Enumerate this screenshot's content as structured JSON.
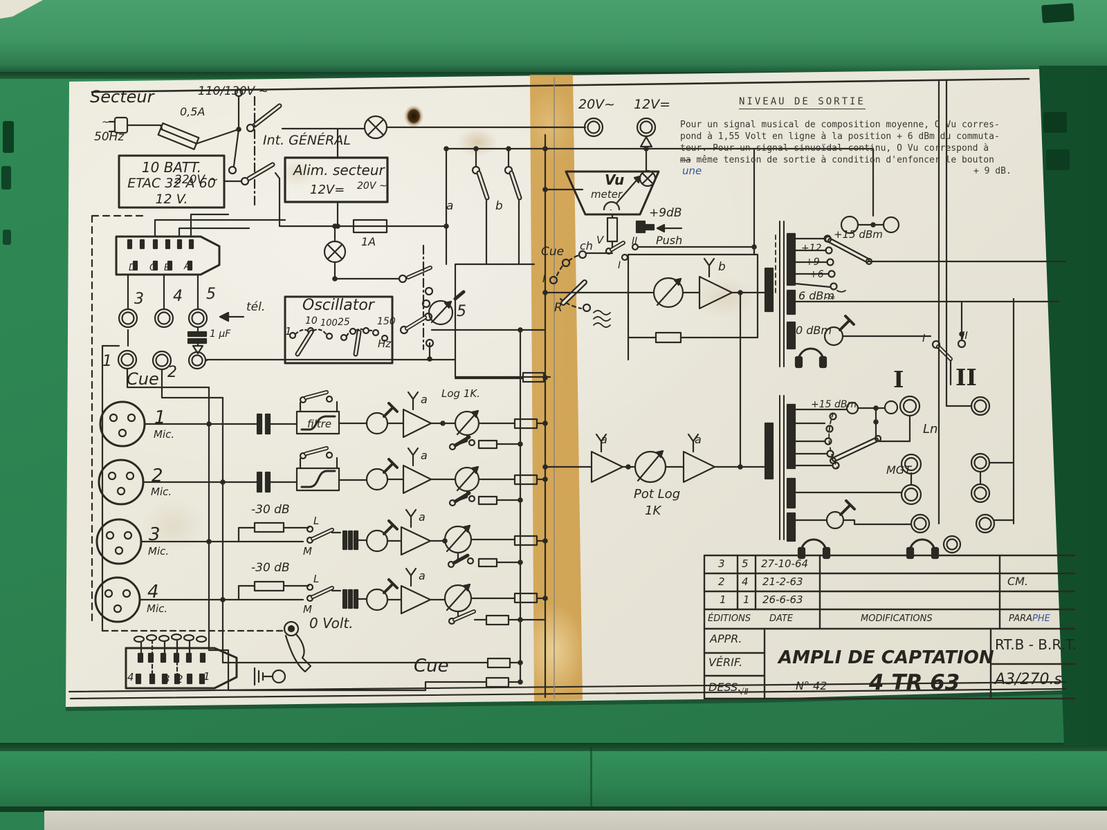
{
  "colors": {
    "case_green": "#2c8250",
    "case_dark_green": "#175c33",
    "paper": "#eae7db",
    "tape": "#cf9a3d",
    "ink": "#2b2923",
    "blue_ink": "#3a55a0"
  },
  "power": {
    "secteur": "Secteur",
    "ac": "~",
    "hz50": "50Hz",
    "fuse_top": "0,5A",
    "v110": "110/130V ~",
    "v220": "220V ~",
    "int_general": "Int. GÉNÉRAL",
    "batt1": "10 BATT.",
    "batt2": "ETAC 32 A 60",
    "batt3": "12 V.",
    "alim_title": "Alim. secteur",
    "alim_12v": "12V=",
    "alim_20v": "20V ~",
    "fuse_1a": "1A",
    "sw_a": "a",
    "sw_b": "b"
  },
  "note": {
    "title": "NIVEAU DE SORTIE",
    "l1": "Pour un signal musical de composition moyenne, O Vu corres-",
    "l2": "pond à 1,55 Volt en ligne à la position + 6 dBm du commuta-",
    "l3": "teur. Pour un signal sinuoïdal continu,  O Vu correspond à",
    "struck": "ma",
    "l4rest": " même tension de sortie à condition d'enfoncer le bouton",
    "l5": "+ 9 dB.",
    "hand_correction": "une"
  },
  "meter": {
    "v20": "20V~",
    "v12": "12V=",
    "vu": "Vu",
    "meter": "meter",
    "plus9": "+9dB",
    "push": "Push",
    "ch": "ch",
    "v": "V",
    "sw_ii": "II",
    "sw_i": "I",
    "cue": "Cue",
    "sel_i": "I",
    "sel_r": "R"
  },
  "osc": {
    "title": "Oscillator",
    "f1": "1",
    "f10": "10",
    "f100": "100",
    "f25": "25",
    "f150": "150",
    "hz": "Hz"
  },
  "left": {
    "pinD": "D",
    "pinC": "C",
    "pinB": "B",
    "pinA": "A",
    "j3": "3",
    "j4": "4",
    "j5": "5",
    "tel": "tél.",
    "cap": "1 μF",
    "j1": "1",
    "j2": "2",
    "cue": "Cue",
    "mic1n": "1",
    "mic2n": "2",
    "mic3n": "3",
    "mic4n": "4",
    "mic": "Mic.",
    "bp4": "4",
    "bp3": "3",
    "bp2": "2",
    "bp1": "1",
    "zero_volt": "0 Volt.",
    "cue_bottom": "Cue"
  },
  "channels": {
    "filtre": "filtre",
    "amp_a": "a",
    "log1k": "Log 1K.",
    "att30": "-30 dB",
    "l": "L",
    "m": "M",
    "pot5": "5",
    "potlog": "Pot Log",
    "potlog_val": "1K",
    "amp_b": "b"
  },
  "right": {
    "plus15": "+15 dBm",
    "t12": "+12",
    "t9": "+9",
    "t6": "+6",
    "minf": "-∞",
    "db6": "6 dBm",
    "db0": "0 dBm",
    "colI": "I",
    "colII": "II",
    "ln": "Ln",
    "mgt": "MGT.",
    "swI": "I",
    "swII": "II"
  },
  "titleblock": {
    "rows": [
      {
        "ed": "3",
        "n": "5",
        "date": "27-10-64",
        "para": ""
      },
      {
        "ed": "2",
        "n": "4",
        "date": "21-2-63",
        "para": "CM."
      },
      {
        "ed": "1",
        "n": "1",
        "date": "26-6-63",
        "para": ""
      }
    ],
    "h_editions": "ÉDITIONS",
    "h_date": "DATE",
    "h_modifications": "MODIFICATIONS",
    "h_para_black": "PARA",
    "h_para_blue": "PHE",
    "appr": "APPR.",
    "verif": "VÉRIF.",
    "dess": "DESS.",
    "dess_mark": "√Ⅱ",
    "title": "AMPLI DE CAPTATION",
    "num": "N° 42",
    "model": "4 TR 63",
    "org": "RT.B - B.R.T.",
    "sheet": "A3/270.s"
  }
}
